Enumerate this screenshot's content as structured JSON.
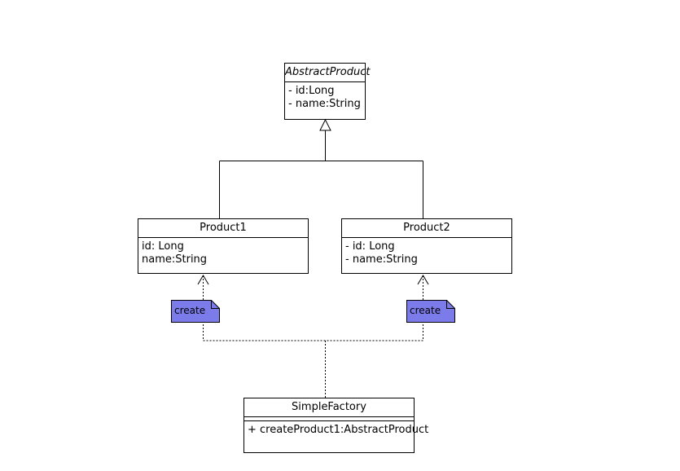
{
  "diagram": {
    "classes": {
      "abstract_product": {
        "name": "AbstractProduct",
        "attributes": [
          "- id:Long",
          "- name:String"
        ]
      },
      "product1": {
        "name": "Product1",
        "attributes": [
          "id: Long",
          "name:String"
        ]
      },
      "product2": {
        "name": "Product2",
        "attributes": [
          "- id: Long",
          "- name:String"
        ]
      },
      "simple_factory": {
        "name": "SimpleFactory",
        "attributes": [],
        "operations": [
          "+ createProduct1:AbstractProduct"
        ]
      }
    },
    "notes": {
      "left": "create",
      "right": "create"
    },
    "relationships": [
      {
        "type": "generalization",
        "from": "Product1",
        "to": "AbstractProduct"
      },
      {
        "type": "generalization",
        "from": "Product2",
        "to": "AbstractProduct"
      },
      {
        "type": "dependency",
        "from": "SimpleFactory",
        "to": "Product1",
        "label": "create"
      },
      {
        "type": "dependency",
        "from": "SimpleFactory",
        "to": "Product2",
        "label": "create"
      }
    ],
    "colors": {
      "note_fill": "#7b7bea",
      "line": "#000000",
      "background": "#ffffff"
    }
  }
}
